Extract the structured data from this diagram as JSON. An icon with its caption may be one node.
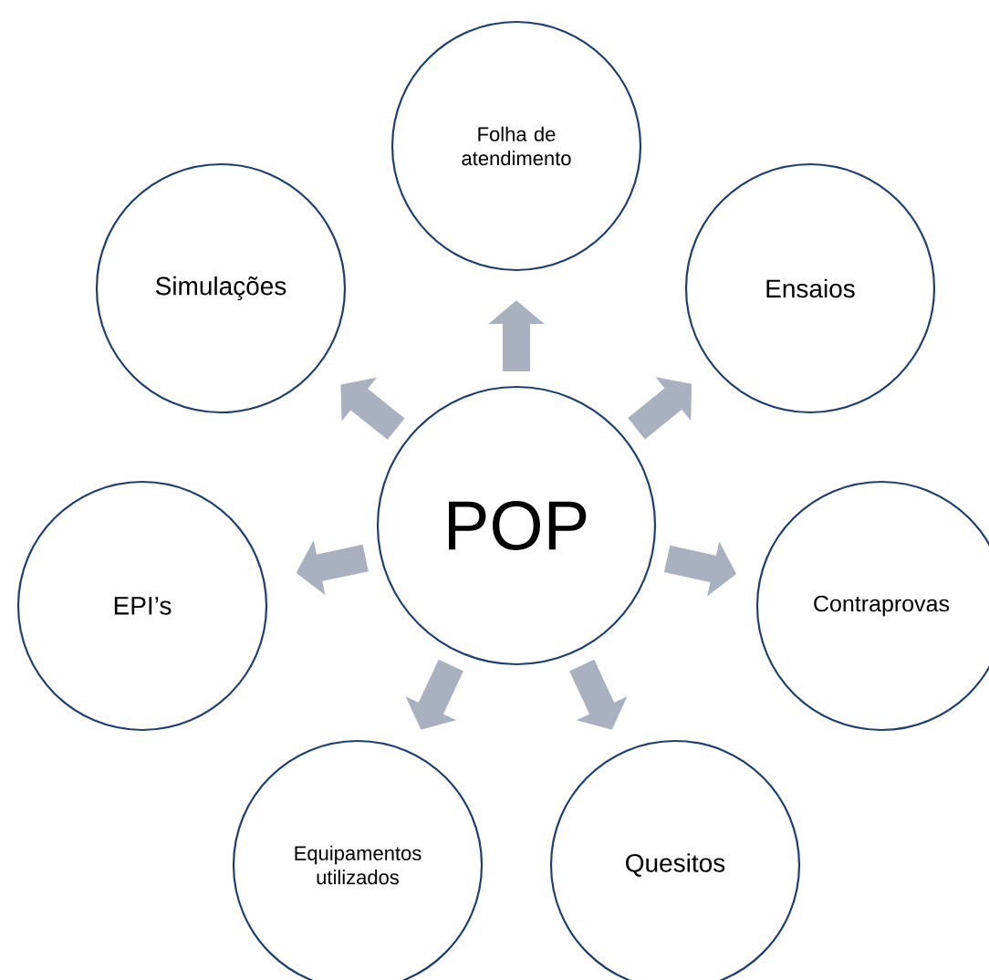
{
  "diagram": {
    "nodes": [
      {
        "text": [
          "POP"
        ]
      },
      {
        "text": [
          "Folha de atendimento"
        ]
      },
      {
        "text": [
          "Ensaios"
        ]
      },
      {
        "text": [
          "Contraprovas"
        ]
      },
      {
        "text": [
          "Quesitos"
        ]
      },
      {
        "text": [
          "Equipamentos utilizados"
        ]
      },
      {
        "text": [
          "EPI’s"
        ]
      },
      {
        "text": [
          "Simulações"
        ]
      }
    ],
    "edges": [
      {
        "from": 0,
        "to": 1,
        "arrow": "to"
      },
      {
        "from": 0,
        "to": 2,
        "arrow": "to"
      },
      {
        "from": 0,
        "to": 3,
        "arrow": "to"
      },
      {
        "from": 0,
        "to": 4,
        "arrow": "to"
      },
      {
        "from": 0,
        "to": 5,
        "arrow": "to"
      },
      {
        "from": 0,
        "to": 6,
        "arrow": "to"
      },
      {
        "from": 0,
        "to": 7,
        "arrow": "to"
      }
    ]
  }
}
